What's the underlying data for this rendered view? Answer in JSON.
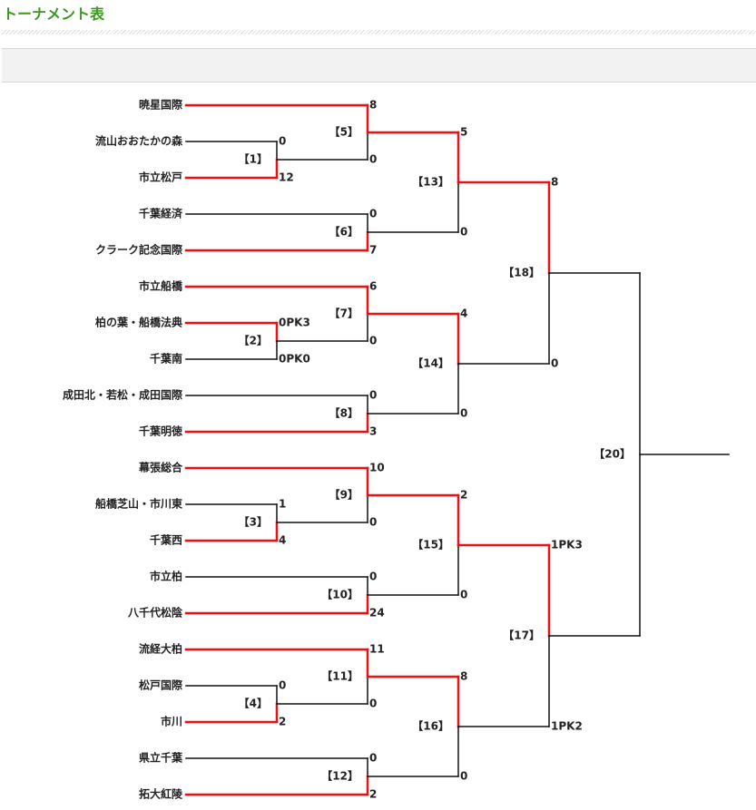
{
  "title": "トーナメント表",
  "colors": {
    "title": "#3a9a1c",
    "win_line": "#ee1111",
    "lose_line": "#111111"
  },
  "teams": [
    "暁星国際",
    "流山おおたかの森",
    "市立松戸",
    "千葉経済",
    "クラーク記念国際",
    "市立船橋",
    "柏の葉・船橋法典",
    "千葉南",
    "成田北・若松・成田国際",
    "千葉明徳",
    "幕張総合",
    "船橋芝山・市川東",
    "千葉西",
    "市立柏",
    "八千代松陰",
    "流経大柏",
    "松戸国際",
    "市川",
    "県立千葉",
    "拓大紅陵"
  ],
  "matches": {
    "1": {
      "label": "【1】",
      "top_score": "0",
      "bottom_score": "12",
      "winner": "bottom"
    },
    "2": {
      "label": "【2】",
      "top_score": "0PK3",
      "bottom_score": "0PK0",
      "winner": "top"
    },
    "3": {
      "label": "【3】",
      "top_score": "1",
      "bottom_score": "4",
      "winner": "bottom"
    },
    "4": {
      "label": "【4】",
      "top_score": "0",
      "bottom_score": "2",
      "winner": "bottom"
    },
    "5": {
      "label": "【5】",
      "top_score": "8",
      "bottom_score": "0",
      "winner": "top"
    },
    "6": {
      "label": "【6】",
      "top_score": "0",
      "bottom_score": "7",
      "winner": "bottom"
    },
    "7": {
      "label": "【7】",
      "top_score": "6",
      "bottom_score": "0",
      "winner": "top"
    },
    "8": {
      "label": "【8】",
      "top_score": "0",
      "bottom_score": "3",
      "winner": "bottom"
    },
    "9": {
      "label": "【9】",
      "top_score": "10",
      "bottom_score": "0",
      "winner": "top"
    },
    "10": {
      "label": "【10】",
      "top_score": "0",
      "bottom_score": "24",
      "winner": "bottom"
    },
    "11": {
      "label": "【11】",
      "top_score": "11",
      "bottom_score": "0",
      "winner": "top"
    },
    "12": {
      "label": "【12】",
      "top_score": "0",
      "bottom_score": "2",
      "winner": "bottom"
    },
    "13": {
      "label": "【13】",
      "top_score": "5",
      "bottom_score": "0",
      "winner": "top"
    },
    "14": {
      "label": "【14】",
      "top_score": "4",
      "bottom_score": "0",
      "winner": "top"
    },
    "15": {
      "label": "【15】",
      "top_score": "2",
      "bottom_score": "0",
      "winner": "top"
    },
    "16": {
      "label": "【16】",
      "top_score": "8",
      "bottom_score": "0",
      "winner": "top"
    },
    "17": {
      "label": "【17】",
      "top_score": "1PK3",
      "bottom_score": "1PK2",
      "winner": "top"
    },
    "18": {
      "label": "【18】",
      "top_score": "8",
      "bottom_score": "0",
      "winner": "top"
    },
    "20": {
      "label": "【20】"
    }
  }
}
